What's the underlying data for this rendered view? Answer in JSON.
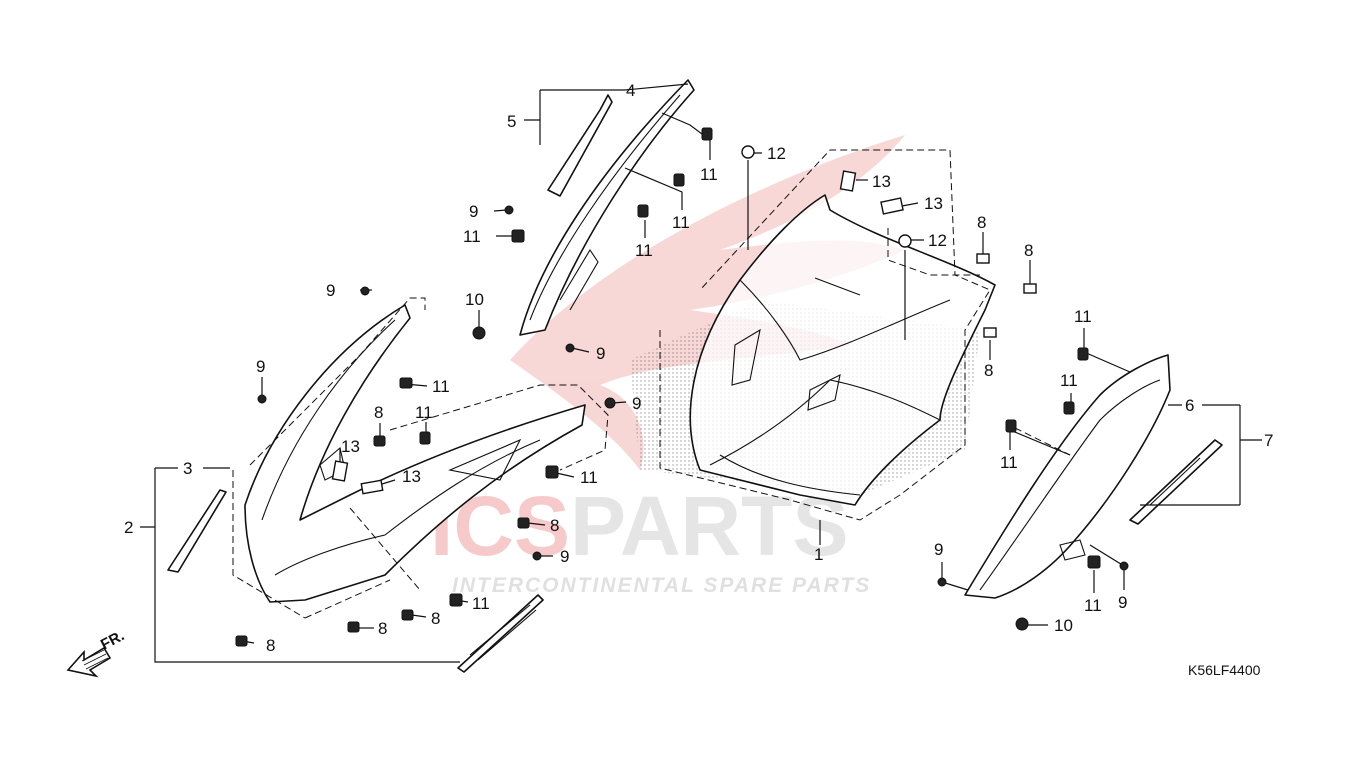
{
  "watermark": {
    "brand_colored": "ICS",
    "brand_rest": "PARTS",
    "tagline": "INTERCONTINENTAL SPARE PARTS",
    "color_red": "#e23b3b",
    "color_grey": "#9a9a9a"
  },
  "diagram_code": "K56LF4400",
  "front_marker": "FR.",
  "callouts": {
    "c1": "1",
    "c2": "2",
    "c3": "3",
    "c4": "4",
    "c5": "5",
    "c6": "6",
    "c7": "7",
    "c8a": "8",
    "c8b": "8",
    "c8c": "8",
    "c8d": "8",
    "c8e": "8",
    "c8f": "8",
    "c8g": "8",
    "c8h": "8",
    "c9a": "9",
    "c9b": "9",
    "c9c": "9",
    "c9d": "9",
    "c9e": "9",
    "c9f": "9",
    "c9g": "9",
    "c9h": "9",
    "c10a": "10",
    "c10b": "10",
    "c11a": "11",
    "c11b": "11",
    "c11c": "11",
    "c11d": "11",
    "c11e": "11",
    "c11f": "11",
    "c11g": "11",
    "c11h": "11",
    "c11i": "11",
    "c11j": "11",
    "c11k": "11",
    "c11l": "11",
    "c12a": "12",
    "c12b": "12",
    "c13a": "13",
    "c13b": "13",
    "c13c": "13",
    "c13d": "13"
  }
}
